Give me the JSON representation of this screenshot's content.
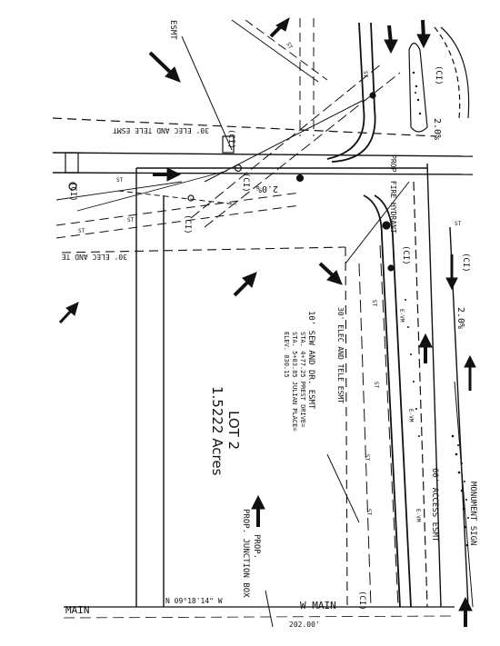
{
  "drawing": {
    "lot_name": "LOT 2",
    "lot_area": "1.5222 Acres",
    "labels": {
      "esmt": "ESMT",
      "elec_tele_esmt_top": "30' ELEC AND TELE ESMT",
      "elec_tele_esmt_left": "30' ELEC AND TE",
      "elec_tele_esmt_mid": "30' ELEC AND TELE ESMT",
      "slope_right_top": "2.0%",
      "slope_road": "2.0%",
      "slope_right_mid": "2.0%",
      "hydrant": "PROP. FIRE HYDRANT",
      "sewer_esmt": "10' SEW AND DR. ESMT",
      "sta1": "STA. 4+77.25 PREST DRIVE=",
      "sta2": "STA. 5+03.85 JULIAN PLACE=",
      "elev": "ELEV. 830.15",
      "access_esmt": "60' ACCESS ESMT",
      "monument": "MONUMENT SIGN",
      "junction": "PROP. JUNCTION BOX",
      "main_left": "MAIN",
      "main_right": "W MAIN",
      "bearing": "N 09°18'14\" W",
      "dist": "202.00'",
      "ci": "(CI)"
    }
  }
}
